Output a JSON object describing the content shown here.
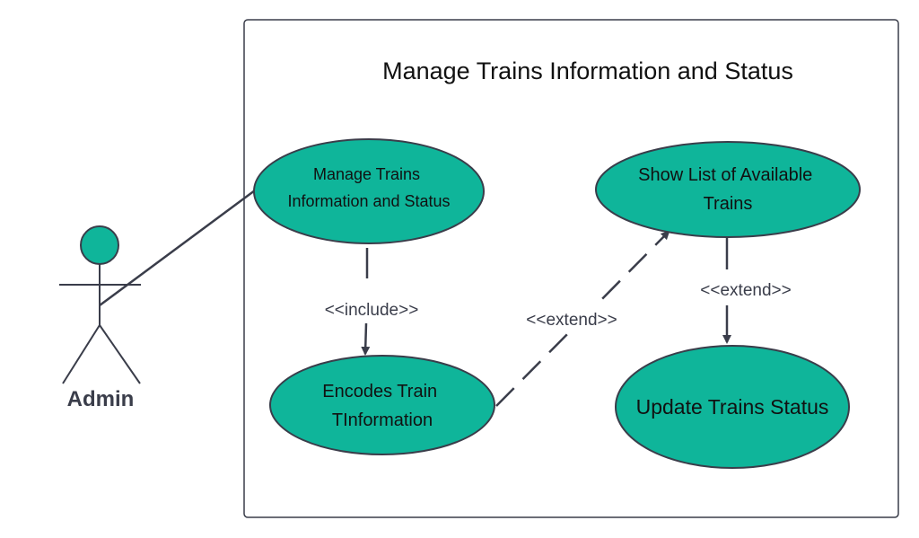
{
  "system": {
    "title": "Manage Trains Information and Status"
  },
  "actor": {
    "name": "Admin"
  },
  "use_cases": {
    "manage": [
      "Manage Trains",
      "Information and Status"
    ],
    "encode": [
      "Encodes Train",
      "TInformation"
    ],
    "show_list": [
      "Show List of Available",
      "Trains"
    ],
    "update": [
      "Update Trains Status"
    ]
  },
  "relations": {
    "include": "<<include>>",
    "extend_encode_to_list": "<<extend>>",
    "extend_list_to_update": "<<extend>>"
  },
  "colors": {
    "use_case_fill": "#0fb59a",
    "stroke": "#3a3d4a",
    "actor_head": "#0fb59a"
  }
}
